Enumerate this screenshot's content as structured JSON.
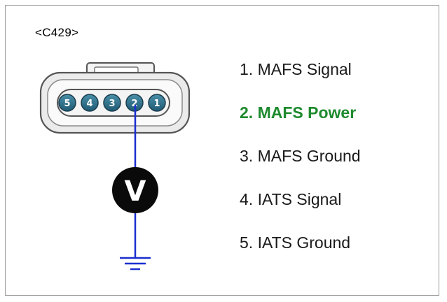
{
  "connector": {
    "id": "<C429>"
  },
  "pins": [
    {
      "number": "5",
      "label": "5. IATS Ground",
      "highlight": false
    },
    {
      "number": "4",
      "label": "4. IATS Signal",
      "highlight": false
    },
    {
      "number": "3",
      "label": "3. MAFS Ground",
      "highlight": false
    },
    {
      "number": "2",
      "label": "2. MAFS Power",
      "highlight": true
    },
    {
      "number": "1",
      "label": "1. MAFS Signal",
      "highlight": false
    }
  ],
  "pin_descriptions": [
    {
      "text": "1. MAFS Signal",
      "highlight": false
    },
    {
      "text": "2. MAFS Power",
      "highlight": true
    },
    {
      "text": "3. MAFS Ground",
      "highlight": false
    },
    {
      "text": "4. IATS Signal",
      "highlight": false
    },
    {
      "text": "5. IATS Ground",
      "highlight": false
    }
  ],
  "meter": {
    "symbol": "V"
  },
  "colors": {
    "probe_wire": "#1a2fd0",
    "highlight_text": "#1e8a2e",
    "pin_fill": "#2f6f8a",
    "connector_fill": "#f2f2f2"
  }
}
